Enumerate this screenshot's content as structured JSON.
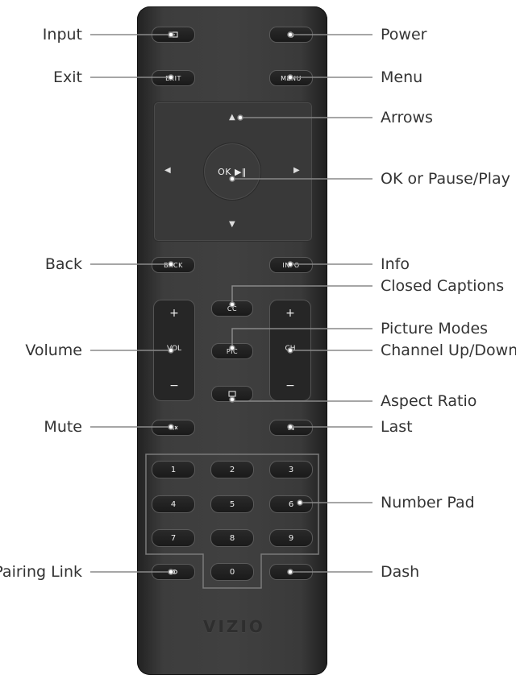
{
  "labels": {
    "input": "Input",
    "exit": "Exit",
    "back": "Back",
    "volume": "Volume",
    "mute": "Mute",
    "pairing_link": "Pairing Link",
    "power": "Power",
    "menu": "Menu",
    "arrows": "Arrows",
    "ok_pause_play": "OK or Pause/Play",
    "info": "Info",
    "closed_captions": "Closed Captions",
    "picture_modes": "Picture Modes",
    "channel_up_down": "Channel Up/Down",
    "aspect_ratio": "Aspect Ratio",
    "last": "Last",
    "number_pad": "Number Pad",
    "dash": "Dash"
  },
  "buttons": {
    "exit": "EXIT",
    "menu": "MENU",
    "ok": "OK ▶‖",
    "back": "BACK",
    "info": "INFO",
    "cc": "CC",
    "pic": "PIC",
    "vol": "VOL",
    "ch": "CH",
    "plus": "+",
    "minus": "−",
    "dash": "−"
  },
  "numpad": [
    "1",
    "2",
    "3",
    "4",
    "5",
    "6",
    "7",
    "8",
    "9",
    "0"
  ],
  "brand": "VIZIO",
  "icons": {
    "input": "input-icon",
    "power": "power-icon",
    "aspect": "aspect-ratio-icon",
    "mute": "mute-icon",
    "last": "last-icon",
    "pairing": "pairing-link-icon"
  }
}
